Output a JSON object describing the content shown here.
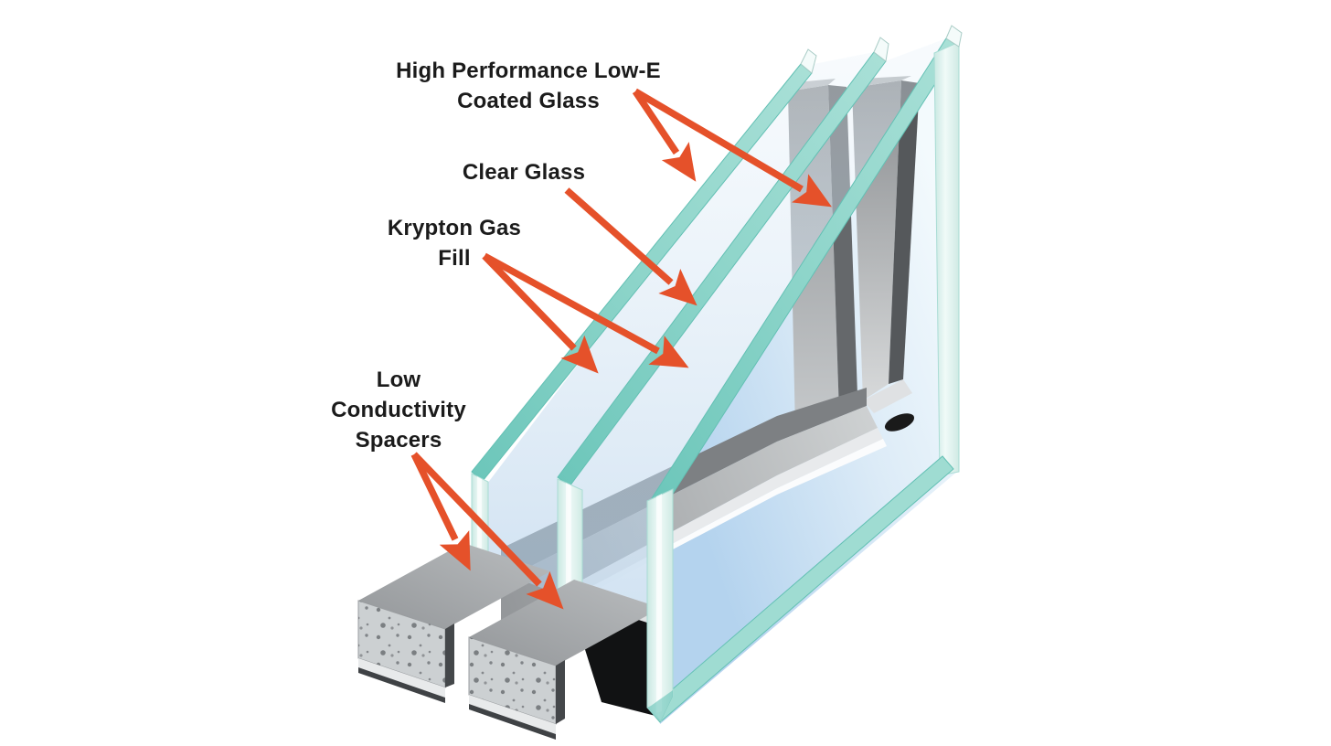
{
  "figure": {
    "subject": "triple-pane-insulated-glass-window-cutaway",
    "labels": {
      "low_e": {
        "line1": "High Performance Low-E",
        "line2": "Coated Glass",
        "points_to": [
          "outer-glass-pane",
          "inner-glass-pane"
        ]
      },
      "clear_glass": {
        "line1": "Clear Glass",
        "points_to": [
          "middle-glass-pane"
        ]
      },
      "krypton": {
        "line1": "Krypton Gas",
        "line2": "Fill",
        "points_to": [
          "gas-gap-outer",
          "gas-gap-inner"
        ]
      },
      "spacers": {
        "line1": "Low",
        "line2": "Conductivity",
        "line3": "Spacers",
        "points_to": [
          "spacer-bar-left",
          "spacer-bar-right"
        ]
      }
    },
    "colors": {
      "arrow": "#E5512A",
      "glass_edge_teal": "#7FCEC2",
      "glass_face_blue": "#C9DEF2",
      "frame_gray": "#939699",
      "shadow_black": "#111213",
      "text": "#1B1B1B",
      "background": "#FFFFFF"
    }
  }
}
